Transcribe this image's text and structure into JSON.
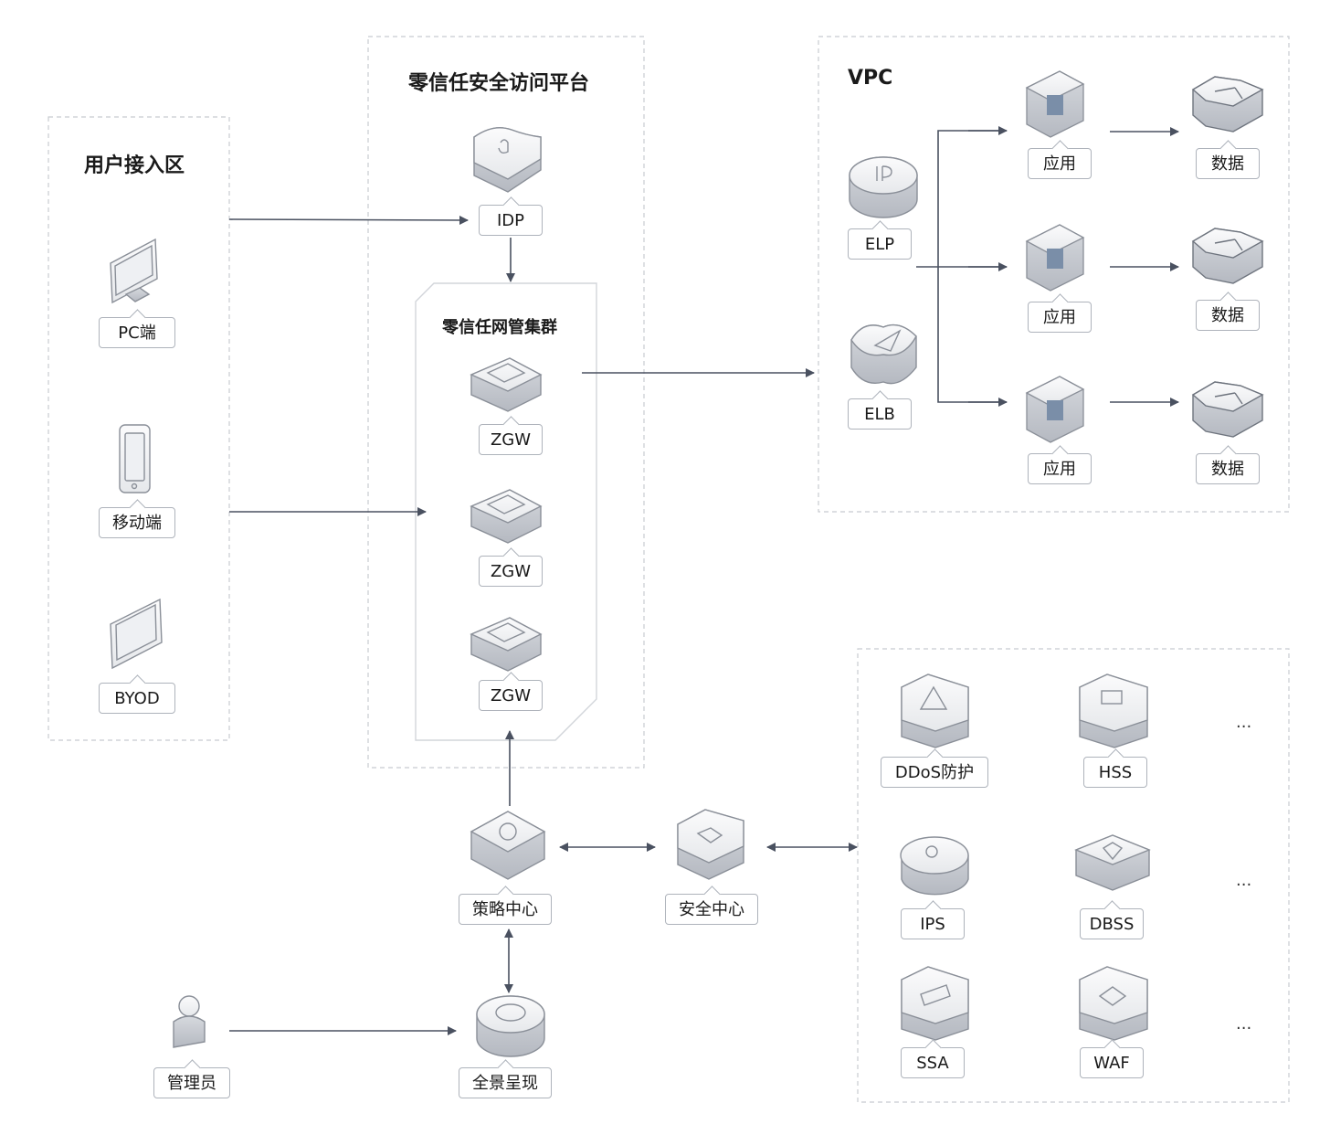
{
  "zones": {
    "user": "用户接入区",
    "platform": "零信任安全访问平台",
    "cluster": "零信任网管集群",
    "vpc": "VPC"
  },
  "nodes": {
    "pc": "PC端",
    "mobile": "移动端",
    "byod": "BYOD",
    "idp": "IDP",
    "zgw1": "ZGW",
    "zgw2": "ZGW",
    "zgw3": "ZGW",
    "elp": "ELP",
    "elb": "ELB",
    "app1": "应用",
    "app2": "应用",
    "app3": "应用",
    "data1": "数据",
    "data2": "数据",
    "data3": "数据",
    "policy": "策略中心",
    "security": "安全中心",
    "panorama": "全景呈现",
    "admin": "管理员",
    "ddos": "DDoS防护",
    "hss": "HSS",
    "ips": "IPS",
    "dbss": "DBSS",
    "ssa": "SSA",
    "waf": "WAF"
  },
  "more": [
    "...",
    "...",
    "..."
  ],
  "colors": {
    "arrow": "#4a5160",
    "zone_border": "#c8cbd0",
    "label_border": "#aeb3bb",
    "icon_face": "#f3f4f6",
    "icon_side": "#c9ccd2"
  }
}
